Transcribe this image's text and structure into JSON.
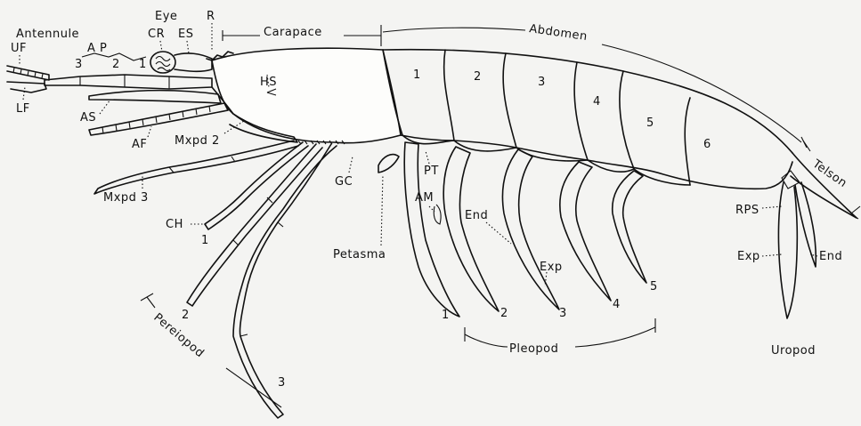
{
  "labels": {
    "antennule": "Antennule",
    "eye": "Eye",
    "uf": "UF",
    "lf": "LF",
    "ap": "A P",
    "ap_3": "3",
    "ap_2": "2",
    "ap_1": "1",
    "cr": "CR",
    "es": "ES",
    "r": "R",
    "carapace": "Carapace",
    "abdomen": "Abdomen",
    "hs": "HS",
    "as": "AS",
    "af": "AF",
    "mxpd2": "Mxpd 2",
    "mxpd3": "Mxpd 3",
    "ch": "CH",
    "gc": "GC",
    "pt": "PT",
    "am": "AM",
    "petasma": "Petasma",
    "end_pleopod": "End",
    "exp_pleopod": "Exp",
    "rps": "RPS",
    "exp_uropod": "Exp",
    "end_uropod": "End",
    "uropod": "Uropod",
    "telson": "Telson",
    "pleopod": "Pleopod",
    "pereiopod": "Pereiopod"
  },
  "segments": [
    "1",
    "2",
    "3",
    "4",
    "5",
    "6"
  ],
  "pereiopod_numbers": [
    "1",
    "2",
    "3"
  ],
  "pleopod_numbers": [
    "1",
    "2",
    "3",
    "4",
    "5"
  ],
  "colors": {
    "ink": "#111111",
    "paper": "#f4f4f2"
  }
}
